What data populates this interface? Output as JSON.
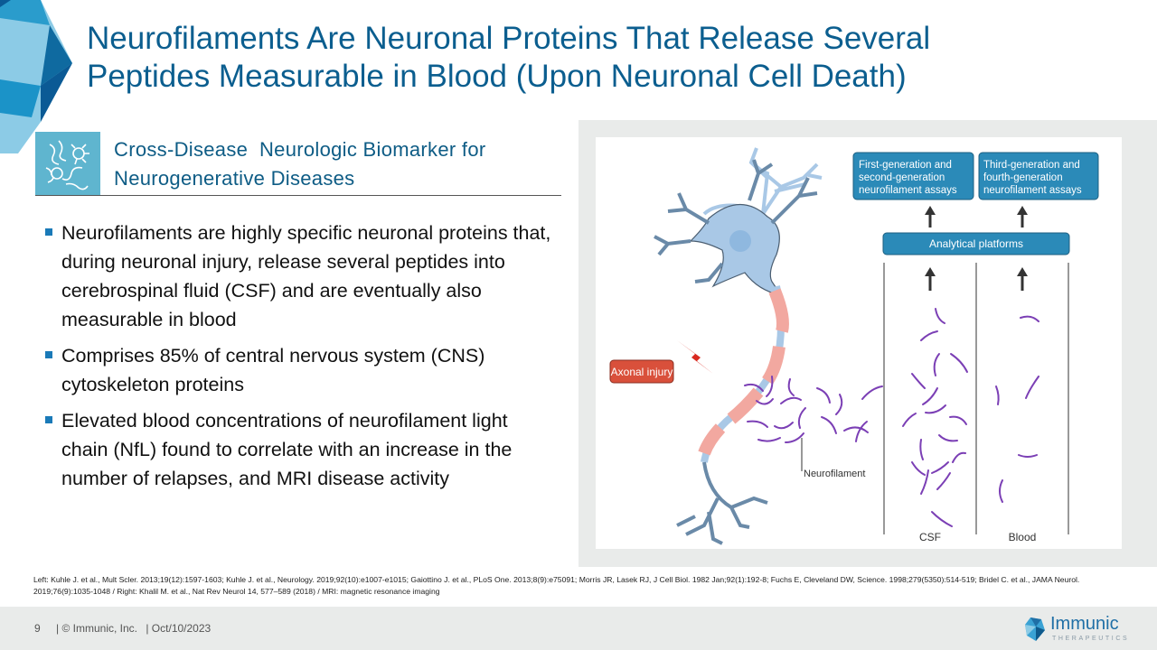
{
  "slide": {
    "title_line1": "Neurofilaments Are Neuronal Proteins That Release Several",
    "title_line2": "Peptides Measurable in Blood (Upon Neuronal Cell Death)",
    "subheading_line1": "Cross-Disease  Neurologic Biomarker for",
    "subheading_line2": "Neurogenerative Diseases",
    "subheading_icon": "neuron-network-icon",
    "bullets": [
      "Neurofilaments are highly specific neuronal proteins that, during neuronal injury, release several peptides into cerebrospinal fluid (CSF) and are eventually also measurable in blood",
      "Comprises 85% of central nervous system (CNS) cytoskeleton proteins",
      "Elevated blood concentrations of neurofilament light chain (NfL) found to correlate with an increase in the number of relapses, and MRI disease activity"
    ],
    "colors": {
      "title": "#0b5e8f",
      "subheading": "#0e5c85",
      "icon_bg": "#5fb5cf",
      "bullet": "#1a7ab8",
      "panel_bg": "#e9ebea",
      "assay_box": "#2b8ab8",
      "injury_box": "#d9503b",
      "filament": "#7b3fb5",
      "myelin": "#f2a8a0",
      "neuron": "#a9c8e6"
    }
  },
  "figure": {
    "box_assays_early": [
      "First-generation and",
      "second-generation",
      "neurofilament assays"
    ],
    "box_assays_late": [
      "Third-generation and",
      "fourth-generation",
      "neurofilament assays"
    ],
    "box_platforms": "Analytical platforms",
    "label_injury": "Axonal injury",
    "label_neurofilament": "Neurofilament",
    "label_csf": "CSF",
    "label_blood": "Blood"
  },
  "references": "Left: Kuhle J. et al., Mult Scler. 2013;19(12):1597-1603; Kuhle J. et al., Neurology. 2019;92(10):e1007-e1015; Gaiottino J. et al., PLoS One. 2013;8(9):e75091; Morris JR, Lasek RJ, J Cell Biol. 1982 Jan;92(1):192-8; Fuchs E, Cleveland DW, Science. 1998;279(5350):514-519; Bridel C. et al., JAMA Neurol. 2019;76(9):1035-1048 / Right: Khalil M. et al., Nat Rev Neurol 14, 577–589 (2018) / MRI: magnetic resonance imaging",
  "footer": {
    "page_number": "9",
    "copyright": "| © Immunic, Inc.",
    "date": "| Oct/10/2023",
    "logo_name": "Immunic",
    "logo_sub": "THERAPEUTICS"
  }
}
